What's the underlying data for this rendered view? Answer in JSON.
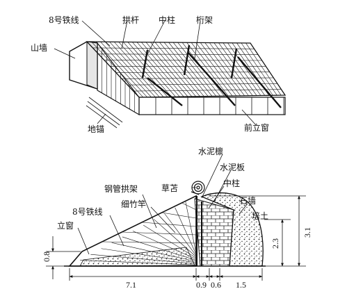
{
  "top_view": {
    "labels": {
      "wire": "8号铁线",
      "arch_bar": "拱杆",
      "center_post": "中柱",
      "purlin_frame": "桁架",
      "gable_wall": "山墙",
      "ground_anchor": "地锚",
      "front_window": "前立窗"
    }
  },
  "section_view": {
    "labels": {
      "cement_purlin": "水泥檩",
      "cement_board": "水泥板",
      "straw_mat": "草苫",
      "center_post": "中柱",
      "steel_arch": "钢管拱架",
      "bamboo_pole": "细竹竿",
      "stone_wall": "石墙",
      "wire": "8号铁线",
      "banked_soil": "培土",
      "front_window": "立窗"
    },
    "dimensions": {
      "front_height": "0.8",
      "span": "7.1",
      "post_gap": "0.9",
      "wall_thickness": "0.6",
      "soil_base": "1.5",
      "wall_height": "2.3",
      "ridge_height": "3.1"
    }
  }
}
